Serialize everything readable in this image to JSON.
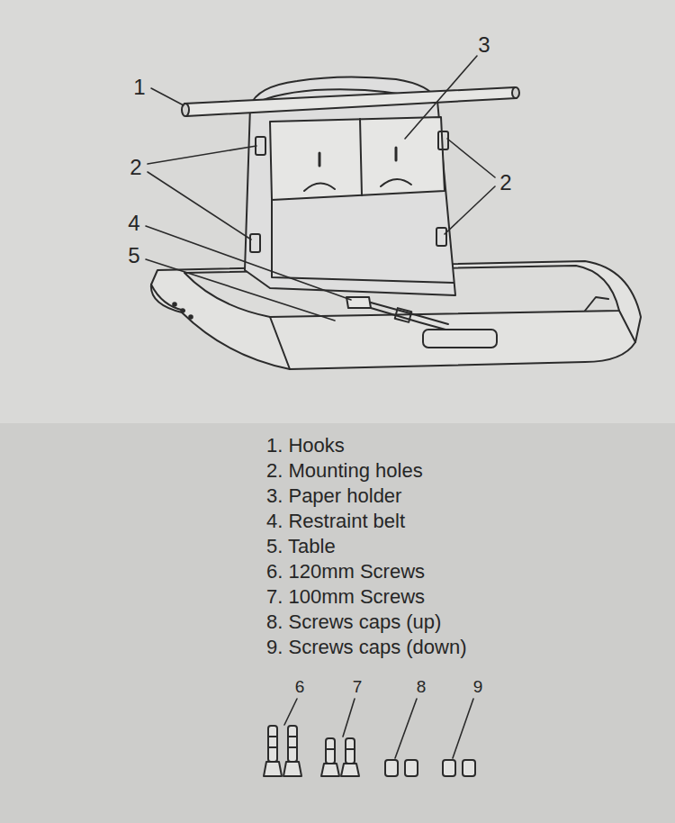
{
  "diagram": {
    "labels": [
      "3",
      "1",
      "2",
      "2",
      "4",
      "5",
      "1. Hooks",
      "2. Mounting holes",
      "3. Paper holder",
      "4. Restraint belt",
      "5. Table",
      "6. 120mm Screws",
      "7. 100mm Screws",
      "8. Screws caps (up)",
      "9. Screws caps (down)",
      "6",
      "7",
      "8",
      "9"
    ]
  }
}
